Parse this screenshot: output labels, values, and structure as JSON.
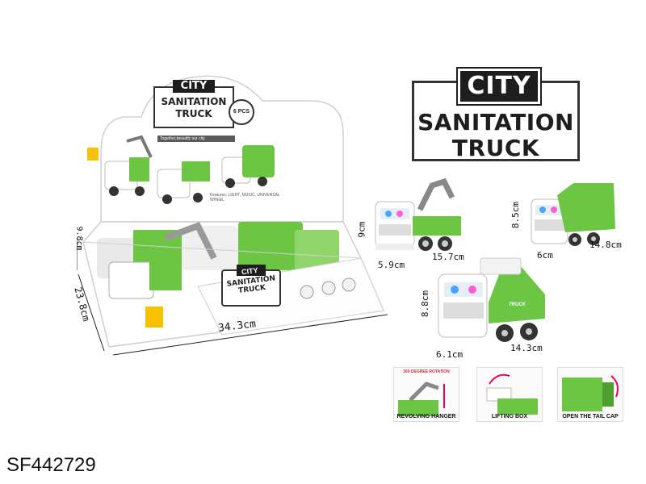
{
  "product": {
    "sku": "SF442729",
    "title": {
      "city": "CITY",
      "line2": "SANITATION",
      "line3": "TRUCK"
    }
  },
  "display_box": {
    "logo": {
      "city": "CITY",
      "line2": "SANITATION",
      "line3": "TRUCK"
    },
    "pcs_badge": "6 PCS",
    "slogan": "Together,beautify our city.",
    "features_text": "Features: LIGHT, MUSIC, UNIVERSAL WHEEL",
    "front_logo": {
      "city": "CITY",
      "line2": "SANITATION",
      "line3": "TRUCK"
    },
    "dim_height": "9.8cm",
    "dim_depth": "23.8cm",
    "dim_width": "34.3cm"
  },
  "trucks": {
    "crane": {
      "height": "9cm",
      "width": "5.9cm",
      "length": "15.7cm"
    },
    "compactor": {
      "height": "8.5cm",
      "width": "6cm",
      "length": "14.8cm"
    },
    "skip": {
      "height": "8.8cm",
      "width": "6.1cm",
      "length": "14.3cm"
    },
    "door_text": "TRUCK"
  },
  "features": [
    {
      "label": "REVOLVING HANGER",
      "caption": "360 DEGREE ROTATION"
    },
    {
      "label": "LIFTING BOX",
      "caption": ""
    },
    {
      "label": "OPEN THE TAIL CAP",
      "caption": ""
    }
  ],
  "colors": {
    "green": "#6cc644",
    "dark_green": "#3e9a2a",
    "grey": "#8c8c8c"
  }
}
